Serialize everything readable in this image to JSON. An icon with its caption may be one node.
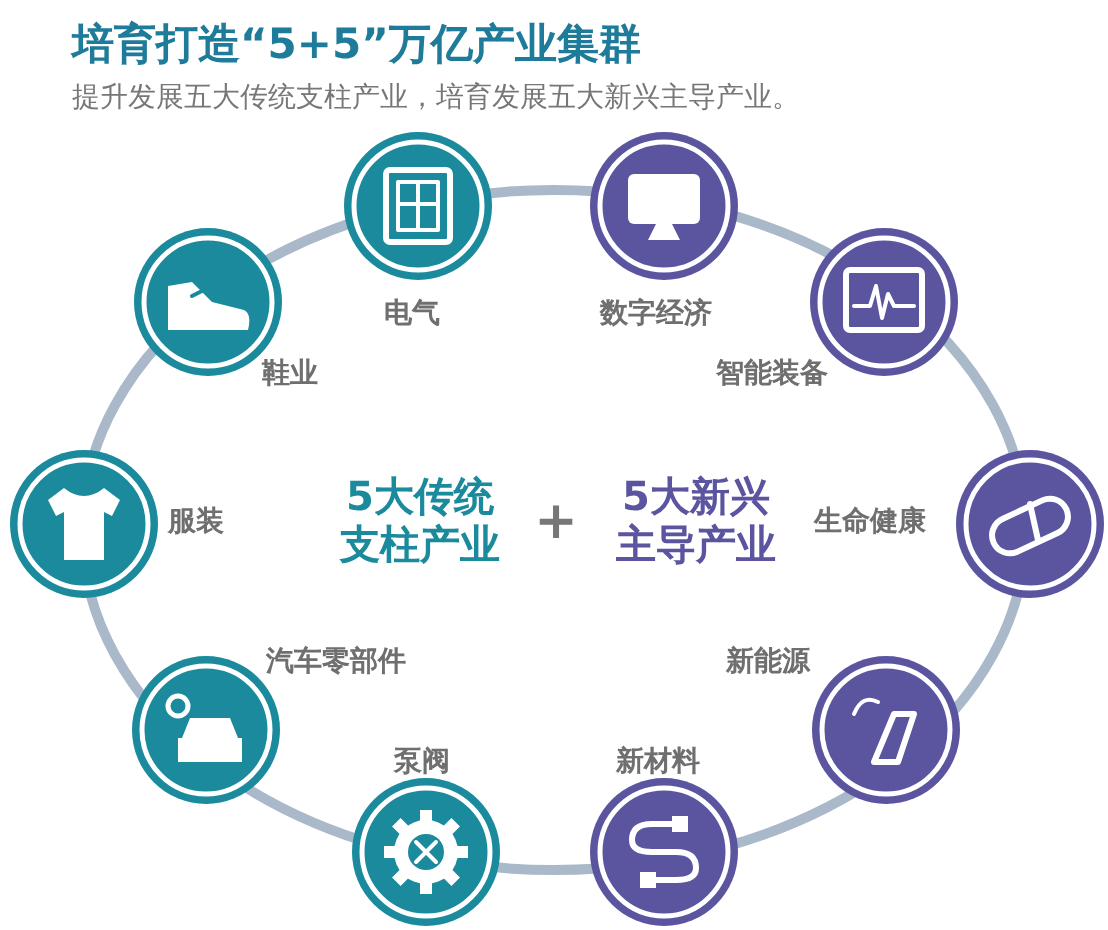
{
  "diagram": {
    "title": "培育打造“5+5”万亿产业集群",
    "caption": "提升发展五大传统支柱产业，培育发展五大新兴主导产业。",
    "nodes": [
      {
        "text": [
          "电气"
        ]
      },
      {
        "text": [
          "数字经济"
        ]
      },
      {
        "text": [
          "鞋业"
        ]
      },
      {
        "text": [
          "智能装备"
        ]
      },
      {
        "text": [
          "服装"
        ]
      },
      {
        "text": [
          "生命健康"
        ]
      },
      {
        "text": [
          "汽车零部件"
        ]
      },
      {
        "text": [
          "新能源"
        ]
      },
      {
        "text": [
          "泵阀"
        ]
      },
      {
        "text": [
          "新材料"
        ]
      }
    ],
    "labels": [
      "5大传统支柱产业",
      "+",
      "5大新兴主导产业"
    ]
  }
}
